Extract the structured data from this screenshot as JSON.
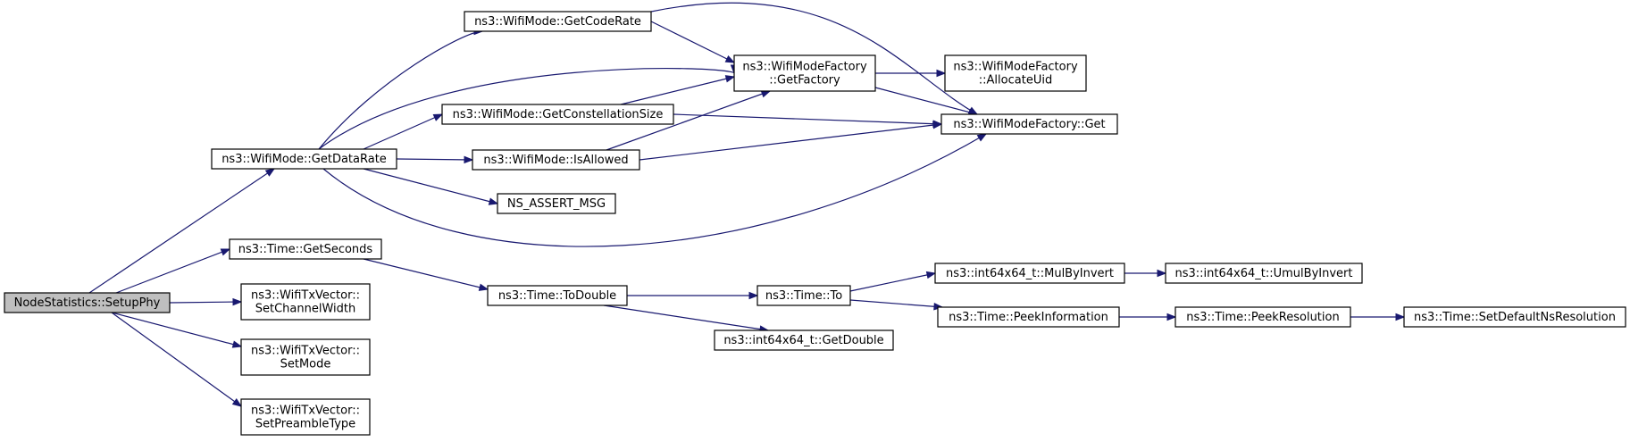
{
  "graph": {
    "nodes": [
      {
        "id": "setup_phy",
        "lines": [
          "NodeStatistics::SetupPhy"
        ],
        "root": true
      },
      {
        "id": "get_data_rate",
        "lines": [
          "ns3::WifiMode::GetDataRate"
        ]
      },
      {
        "id": "get_seconds",
        "lines": [
          "ns3::Time::GetSeconds"
        ]
      },
      {
        "id": "set_channel_width",
        "lines": [
          "ns3::WifiTxVector::",
          "SetChannelWidth"
        ]
      },
      {
        "id": "set_mode",
        "lines": [
          "ns3::WifiTxVector::",
          "SetMode"
        ]
      },
      {
        "id": "set_preamble_type",
        "lines": [
          "ns3::WifiTxVector::",
          "SetPreambleType"
        ]
      },
      {
        "id": "get_code_rate",
        "lines": [
          "ns3::WifiMode::GetCodeRate"
        ]
      },
      {
        "id": "get_constellation_size",
        "lines": [
          "ns3::WifiMode::GetConstellationSize"
        ]
      },
      {
        "id": "is_allowed",
        "lines": [
          "ns3::WifiMode::IsAllowed"
        ]
      },
      {
        "id": "ns_assert_msg",
        "lines": [
          "NS_ASSERT_MSG"
        ]
      },
      {
        "id": "get_factory",
        "lines": [
          "ns3::WifiModeFactory",
          "::GetFactory"
        ]
      },
      {
        "id": "allocate_uid",
        "lines": [
          "ns3::WifiModeFactory",
          "::AllocateUid"
        ]
      },
      {
        "id": "factory_get",
        "lines": [
          "ns3::WifiModeFactory::Get"
        ]
      },
      {
        "id": "to_double",
        "lines": [
          "ns3::Time::ToDouble"
        ]
      },
      {
        "id": "time_to",
        "lines": [
          "ns3::Time::To"
        ]
      },
      {
        "id": "get_double",
        "lines": [
          "ns3::int64x64_t::GetDouble"
        ]
      },
      {
        "id": "mul_by_invert",
        "lines": [
          "ns3::int64x64_t::MulByInvert"
        ]
      },
      {
        "id": "umul_by_invert",
        "lines": [
          "ns3::int64x64_t::UmulByInvert"
        ]
      },
      {
        "id": "peek_information",
        "lines": [
          "ns3::Time::PeekInformation"
        ]
      },
      {
        "id": "peek_resolution",
        "lines": [
          "ns3::Time::PeekResolution"
        ]
      },
      {
        "id": "set_default_ns_resolution",
        "lines": [
          "ns3::Time::SetDefaultNsResolution"
        ]
      }
    ],
    "edges": [
      {
        "from": "setup_phy",
        "to": "get_data_rate"
      },
      {
        "from": "setup_phy",
        "to": "get_seconds"
      },
      {
        "from": "setup_phy",
        "to": "set_channel_width"
      },
      {
        "from": "setup_phy",
        "to": "set_mode"
      },
      {
        "from": "setup_phy",
        "to": "set_preamble_type"
      },
      {
        "from": "get_data_rate",
        "to": "get_code_rate"
      },
      {
        "from": "get_data_rate",
        "to": "get_factory"
      },
      {
        "from": "get_data_rate",
        "to": "get_constellation_size"
      },
      {
        "from": "get_data_rate",
        "to": "is_allowed"
      },
      {
        "from": "get_data_rate",
        "to": "ns_assert_msg"
      },
      {
        "from": "get_data_rate",
        "to": "factory_get"
      },
      {
        "from": "get_code_rate",
        "to": "get_factory"
      },
      {
        "from": "get_code_rate",
        "to": "factory_get"
      },
      {
        "from": "get_constellation_size",
        "to": "get_factory"
      },
      {
        "from": "get_constellation_size",
        "to": "factory_get"
      },
      {
        "from": "is_allowed",
        "to": "get_factory"
      },
      {
        "from": "is_allowed",
        "to": "factory_get"
      },
      {
        "from": "get_factory",
        "to": "allocate_uid"
      },
      {
        "from": "get_factory",
        "to": "factory_get"
      },
      {
        "from": "get_seconds",
        "to": "to_double"
      },
      {
        "from": "to_double",
        "to": "time_to"
      },
      {
        "from": "to_double",
        "to": "get_double"
      },
      {
        "from": "time_to",
        "to": "mul_by_invert"
      },
      {
        "from": "time_to",
        "to": "peek_information"
      },
      {
        "from": "mul_by_invert",
        "to": "umul_by_invert"
      },
      {
        "from": "peek_information",
        "to": "peek_resolution"
      },
      {
        "from": "peek_resolution",
        "to": "set_default_ns_resolution"
      }
    ],
    "colors": {
      "edge": "#191970",
      "node_border": "#000000",
      "node_fill": "#ffffff",
      "root_fill": "#bfbfbf"
    }
  }
}
